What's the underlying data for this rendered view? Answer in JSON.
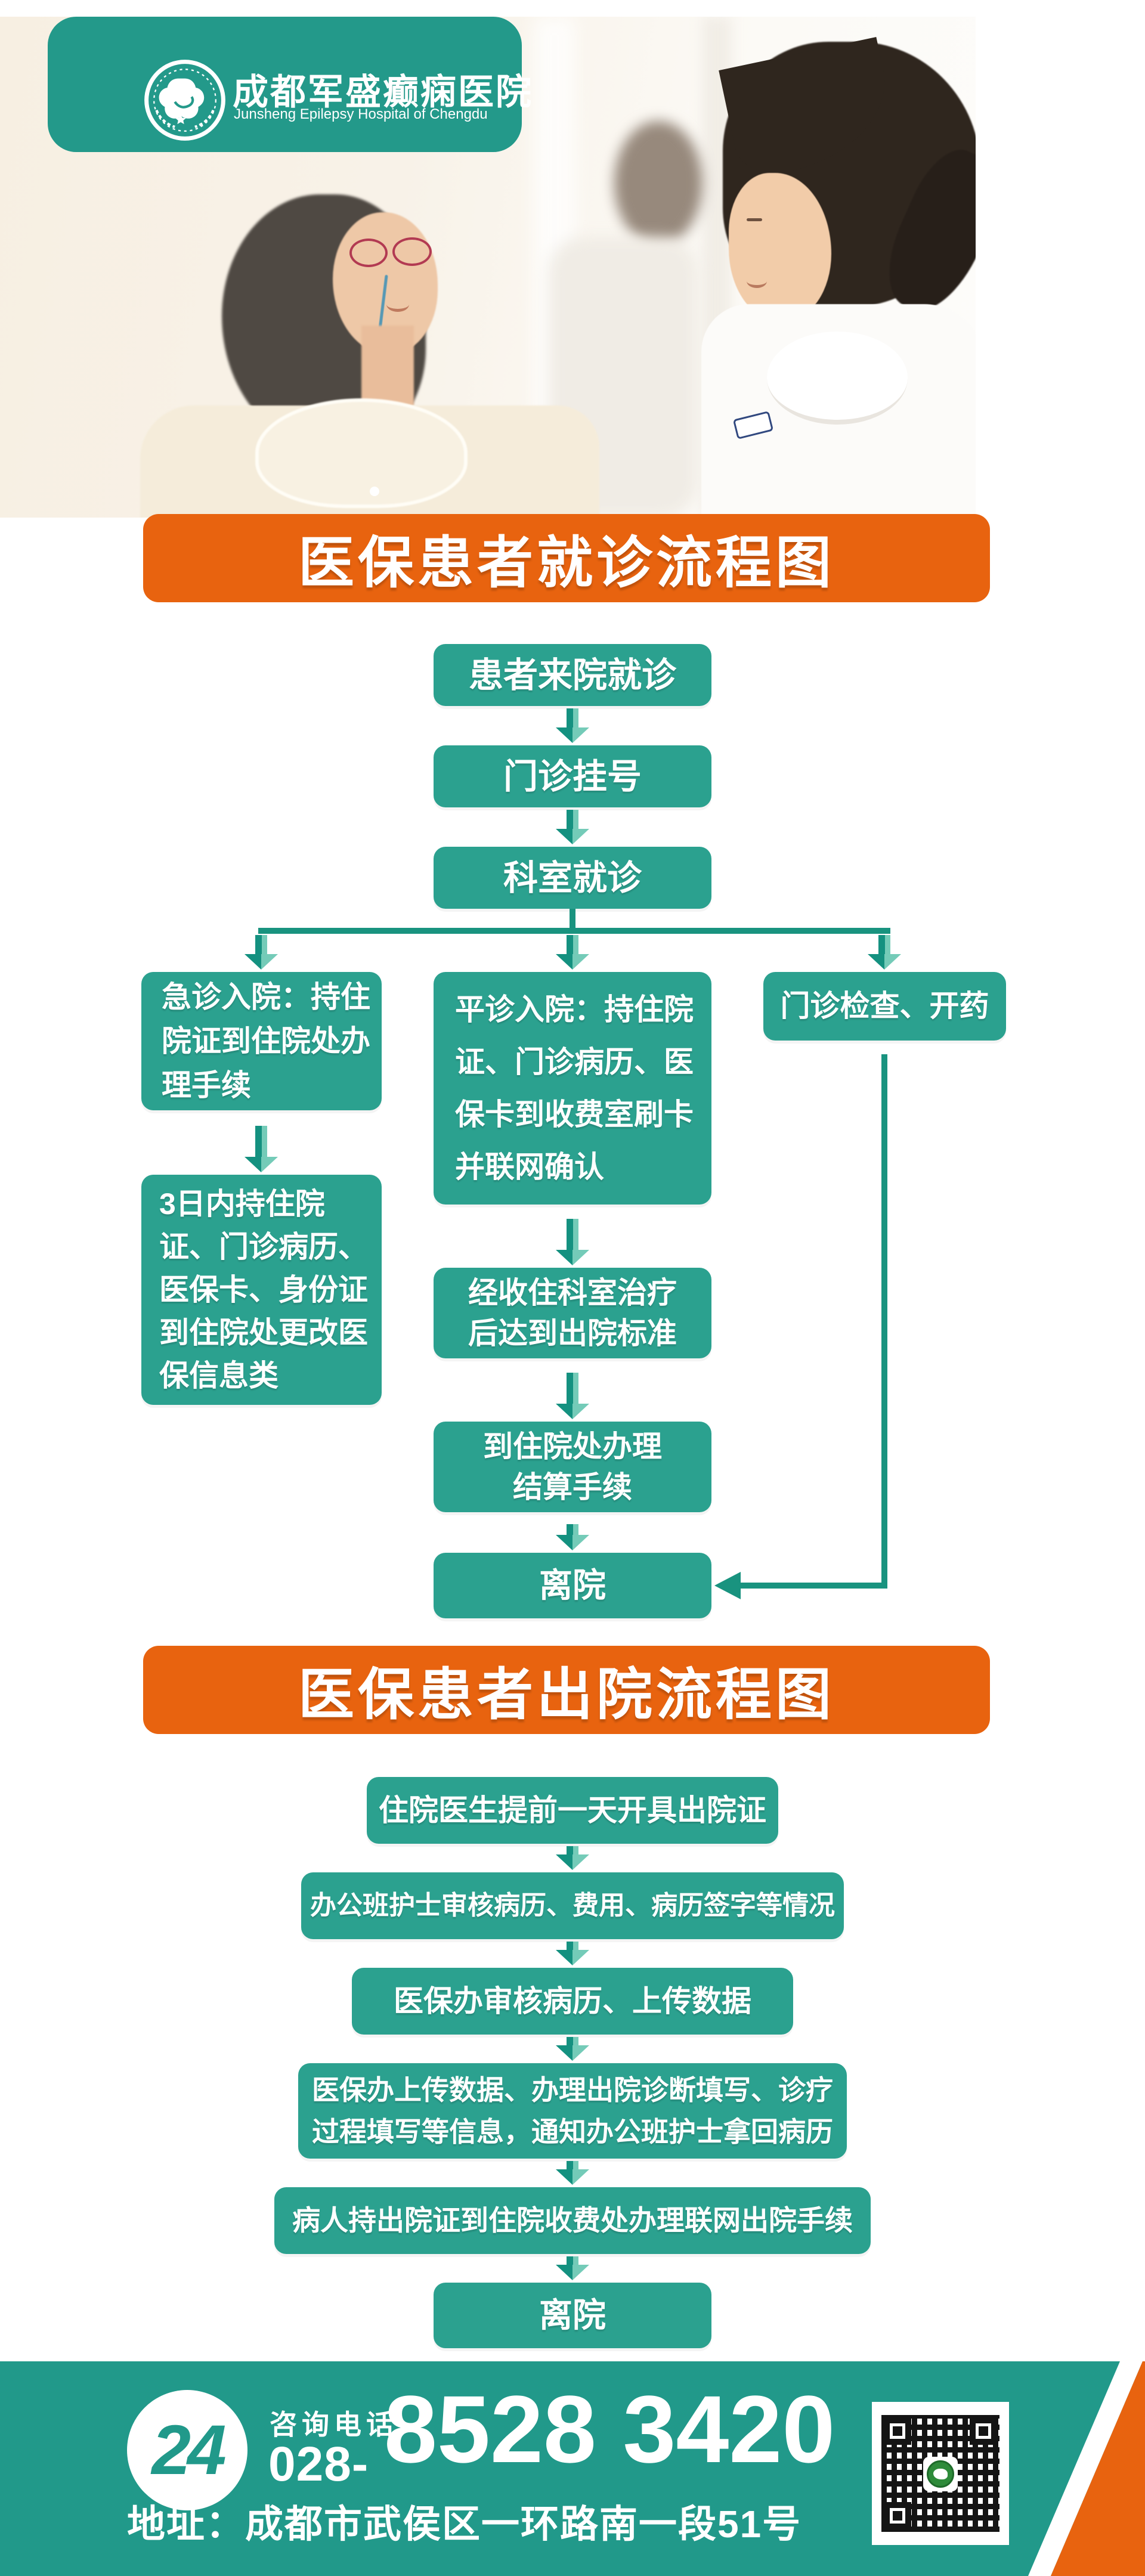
{
  "colors": {
    "teal_panel": "#23998a",
    "teal_box": "#2ba18f",
    "arrow_dark": "#149180",
    "arrow_light": "#74cbb8",
    "connector": "#19937f",
    "orange": "#e8630f",
    "photo_background": "#f7efe2",
    "text_on_color": "#ffffff"
  },
  "icons": {
    "seal": "hospital-seal-icon",
    "down_arrow": "down-arrow-icon",
    "left_arrow": "left-arrow-icon",
    "badge_24": "24-hour-badge",
    "qr": "qr-code-image"
  },
  "header": {
    "name_zh": "成都军盛癫痫医院",
    "name_en": "Junsheng Epilepsy Hospital of Chengdu"
  },
  "section1": {
    "title": "医保患者就诊流程图",
    "nodes": {
      "arrive": "患者来院就诊",
      "register": "门诊挂号",
      "clinic": "科室就诊",
      "emergency": "急诊入院：持住\n院证到住院处办\n理手续",
      "normal": "平诊入院：持住院\n证、门诊病历、医\n保卡到收费室刷卡\n并联网确认",
      "outpatient": "门诊检查、开药",
      "change_info": "3日内持住院\n证、门诊病历、\n医保卡、身份证\n到住院处更改医\n保信息类",
      "treated": "经收住科室治疗\n后达到出院标准",
      "settle": "到住院处办理\n结算手续",
      "leave": "离院"
    }
  },
  "section2": {
    "title": "医保患者出院流程图",
    "steps": [
      "住院医生提前一天开具出院证",
      "办公班护士审核病历、费用、病历签字等情况",
      "医保办审核病历、上传数据",
      "医保办上传数据、办理出院诊断填写、诊疗\n过程填写等信息，通知办公班护士拿回病历",
      "病人持出院证到住院收费处办理联网出院手续",
      "离院"
    ]
  },
  "footer": {
    "badge": "24",
    "hotline_label": "咨询电话",
    "phone_prefix": "028-",
    "phone": "8528 3420",
    "address": "地址：成都市武侯区一环路南一段51号"
  }
}
